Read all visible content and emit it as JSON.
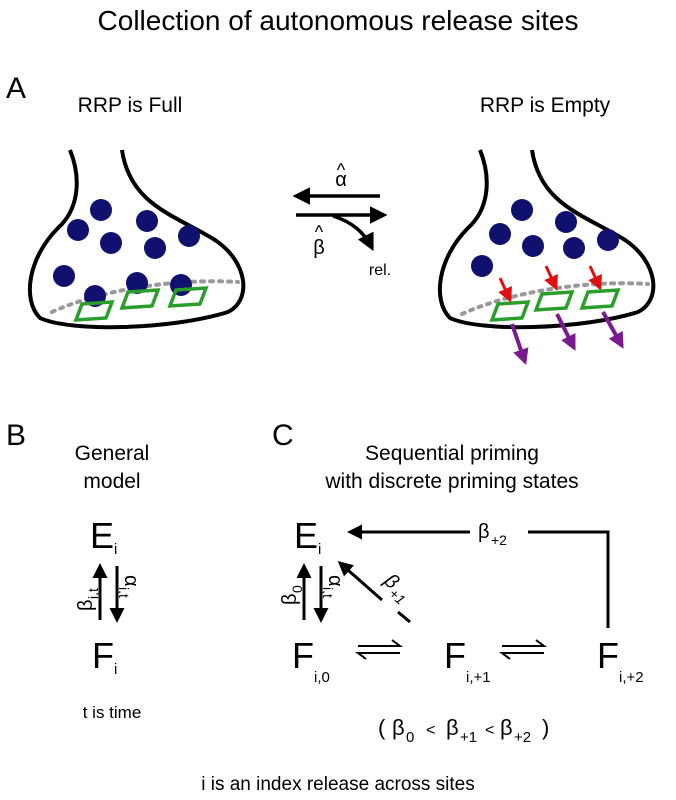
{
  "title": "Collection of autonomous release sites",
  "panel_a": {
    "letter": "A",
    "left_caption": "RRP is Full",
    "right_caption": "RRP is Empty",
    "alpha_label": "α",
    "hat": "^",
    "beta_label": "β",
    "release_label": "rel."
  },
  "panel_b": {
    "letter": "B",
    "heading_line1": "General",
    "heading_line2": "model",
    "top_state": "E",
    "top_state_sub": "i",
    "bottom_state": "F",
    "bottom_state_sub": "i",
    "up_rate": "β",
    "up_rate_sub": "i,t",
    "down_rate": "α",
    "down_rate_sub": "i,t",
    "note": "t is time"
  },
  "panel_c": {
    "letter": "C",
    "heading_line1": "Sequential priming",
    "heading_line2": "with discrete priming states",
    "top_state": "E",
    "top_state_sub": "i",
    "states": [
      {
        "name": "F",
        "sub": "i,0"
      },
      {
        "name": "F",
        "sub": "i,+1"
      },
      {
        "name": "F",
        "sub": "i,+2"
      }
    ],
    "rate0": "β",
    "rate0_sub": "0",
    "rate_down": "α",
    "rate_down_sub": "i,t",
    "rate1": "β",
    "rate1_sub": "+1",
    "rate2": "β",
    "rate2_sub": "+2",
    "inequality": {
      "open": "(",
      "b0": "β",
      "b0_sub": "0",
      "lt1": "<",
      "b1": "β",
      "b1_sub": "+1",
      "lt2": "<",
      "b2": "β",
      "b2_sub": "+2",
      "close": ")"
    }
  },
  "footer": "i is an index release across sites",
  "colors": {
    "vesicle": "#10106e",
    "site": "#2a9e2a",
    "release_arrow": "#7a1a8e",
    "priming_arrow": "#e01010",
    "membrane_dots": "#999999"
  }
}
